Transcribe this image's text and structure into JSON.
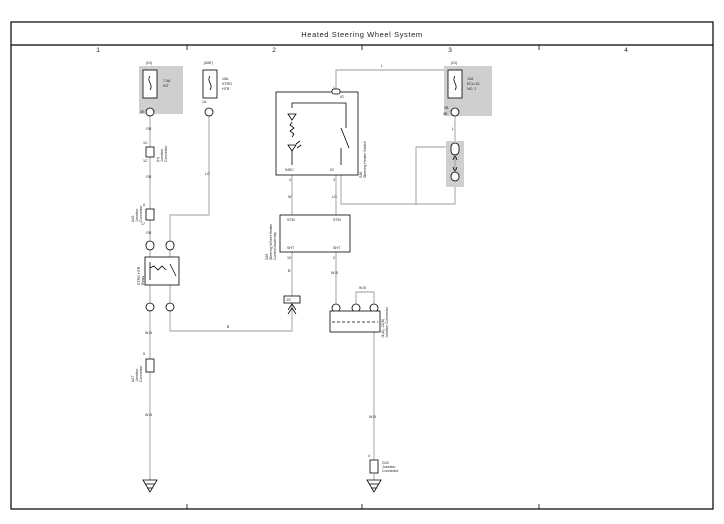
{
  "title": "Heated Steering Wheel System",
  "zones": [
    "1",
    "2",
    "3",
    "4"
  ],
  "colors": {
    "frame": "#000000",
    "wire": "#9a9a9a",
    "shade": "#cfcfcf",
    "text": "#222222"
  },
  "fuses": {
    "ig_left": {
      "source": "(IG)",
      "rating": "7.5A",
      "name": "IGT",
      "pin": "3E"
    },
    "bat": {
      "source": "(BAT)",
      "rating": "15A",
      "name": "STRG",
      "name2": "HTR"
    },
    "ig_right": {
      "source": "(IG)",
      "rating": "10A",
      "name": "ECU-IG",
      "name2": "NO. 2",
      "pin": "3B"
    }
  },
  "wires": {
    "gr_1": "GR",
    "gr_2": "GR",
    "gr_3": "GR",
    "lg_1": "LG",
    "l_top": "L",
    "l_right": "L",
    "w_1": "W",
    "lg_2": "LG",
    "b_1": "B",
    "b_bottom": "B",
    "wb_1": "W-B",
    "wb_2": "W-B",
    "wb_3": "W-B",
    "wb_4": "W-B",
    "wb_bus": "W-B"
  },
  "pins": {
    "p3e": "3E",
    "p3b": "3B",
    "p1c": "1C",
    "p1c_bot": "1C",
    "p17": "17",
    "p8": "8",
    "p5": "5",
    "p1a": "1A",
    "p1": "1",
    "p4": "4",
    "p10": "10",
    "p2": "2",
    "p3": "3",
    "p6": "6",
    "p4b": "4",
    "p4c": "4"
  },
  "components": {
    "junction_h": {
      "id": "(H)",
      "name": "Junction",
      "name2": "Connector"
    },
    "junction_a40": {
      "id": "A40",
      "name": "Junction",
      "name2": "Connector"
    },
    "relay": {
      "id": "STRG HTR",
      "name": "Relay"
    },
    "junction_a27": {
      "id": "A27",
      "name": "Junction",
      "name2": "Connector"
    },
    "switch": {
      "id": "S36",
      "name": "Steering Heater Switch",
      "ig": "IG",
      "indc": "INDC",
      "ig2": "IG"
    },
    "ecu": {
      "id": "S35",
      "name": "Steering Wheel Heater",
      "name2": "Control Assembly",
      "stm1": "STM",
      "stm2": "STM",
      "sht1": "SHT",
      "sht2": "SHT"
    },
    "spiral": {
      "id": "J/C"
    },
    "junction_j1": {
      "id": "J1(A), J2(B)",
      "name": "Junction Connector"
    },
    "junction_g20": {
      "id": "G20",
      "name": "Junction",
      "name2": "Connector"
    }
  }
}
